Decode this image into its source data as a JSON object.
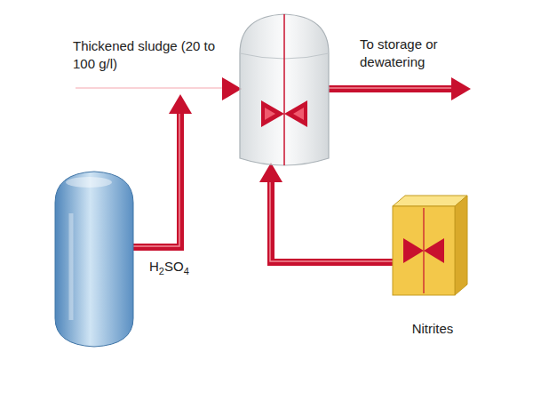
{
  "diagram": {
    "nodes": [
      {
        "text": [
          "Nitrites"
        ]
      }
    ],
    "labels": [
      "Thickened sludge (20 to 100 g/l)",
      "To storage or dewatering",
      "H2SO4"
    ]
  }
}
